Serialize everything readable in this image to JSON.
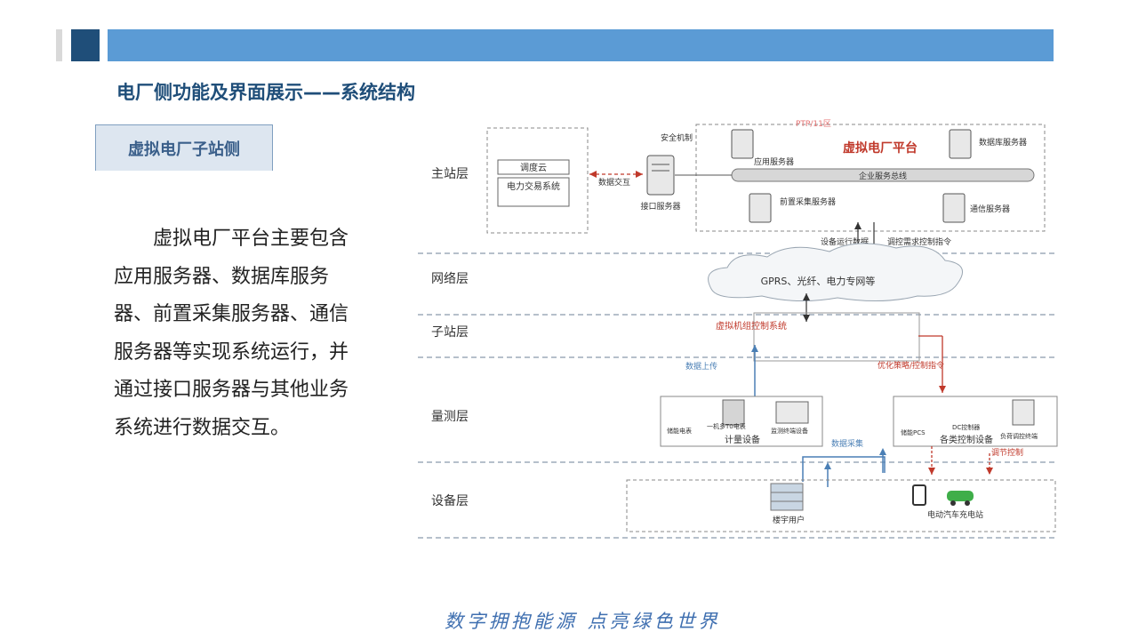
{
  "header": {
    "title": "电厂侧功能及界面展示——系统结构"
  },
  "side_tab": {
    "label": "虚拟电厂子站侧"
  },
  "body_text": "虚拟电厂平台主要包含应用服务器、数据库服务器、前置采集服务器、通信服务器等实现系统运行，并通过接口服务器与其他业务系统进行数据交互。",
  "diagram": {
    "layers": [
      "主站层",
      "网络层",
      "子站层",
      "量测层",
      "设备层"
    ],
    "external_box": {
      "item1": "调度云",
      "item2": "电力交易系统"
    },
    "security": "安全机制",
    "interface_server": "接口服务器",
    "data_exchange": "数据交互",
    "platform_top_label": "PTP/11区",
    "platform_title": "虚拟电厂平台",
    "app_server": "应用服务器",
    "db_server": "数据库服务器",
    "bus": "企业服务总线",
    "front_server": "前置采集服务器",
    "comm_server": "通信服务器",
    "device_data": "设备运行数据",
    "control_cmd": "调控需求控制指令",
    "network": "GPRS、光纤、电力专网等",
    "substation_ctrl": "虚拟机组控制系统",
    "data_upload": "数据上传",
    "optimize": "优化策略/控制指令",
    "meter_label": "计量设备",
    "meter_item1": "储能电表",
    "meter_item2": "一机多T0电表",
    "meter_item3": "监测终端设备",
    "ctrl_label": "各类控制设备",
    "ctrl_item1": "储能PCS",
    "ctrl_item2": "DC控制器",
    "ctrl_item3": "负荷调控终端",
    "data_collect": "数据采集",
    "adjust_ctrl": "调节控制",
    "building": "楼宇用户",
    "ev_station": "电动汽车充电站"
  },
  "footer": "数字拥抱能源 点亮绿色世界",
  "colors": {
    "title": "#1f4e79",
    "bar": "#5b9bd5",
    "red": "#c0392b",
    "blue": "#4a7fb5"
  }
}
